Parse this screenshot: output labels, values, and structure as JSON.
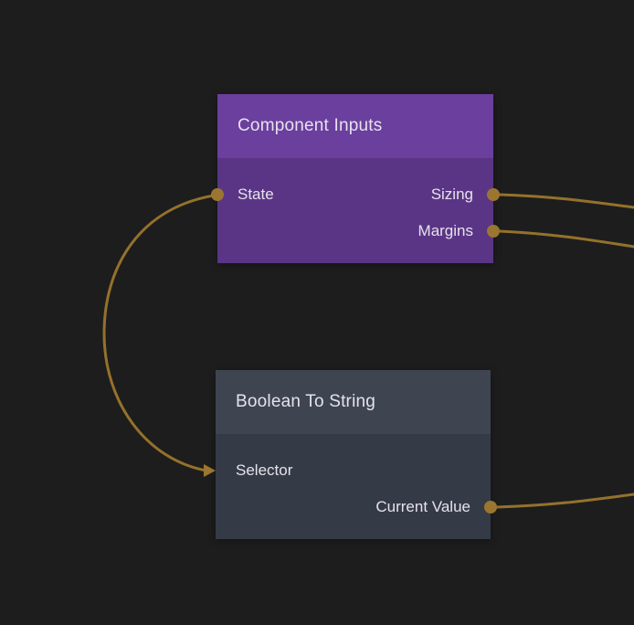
{
  "canvas": {
    "background": "#1d1d1d"
  },
  "colors": {
    "bg": "#1d1d1d",
    "edge": "#94712c",
    "port": "#9a7630",
    "purple-header": "#6b3f9e",
    "purple-body": "#5a3585",
    "slate-header": "#3e4551",
    "slate-body": "#343b46",
    "text": "#e6e2ec"
  },
  "nodes": {
    "component_inputs": {
      "title": "Component Inputs",
      "inputs": [
        {
          "label": "State"
        }
      ],
      "outputs": [
        {
          "label": "Sizing"
        },
        {
          "label": "Margins"
        }
      ]
    },
    "boolean_to_string": {
      "title": "Boolean To String",
      "inputs": [
        {
          "label": "Selector"
        }
      ],
      "outputs": [
        {
          "label": "Current Value"
        }
      ]
    }
  },
  "edges": [
    {
      "name": "state-to-selector",
      "from": "Component Inputs.State",
      "to": "Boolean To String.Selector"
    },
    {
      "name": "sizing-out",
      "from": "Component Inputs.Sizing",
      "to": "offscreen-right"
    },
    {
      "name": "margins-out",
      "from": "Component Inputs.Margins",
      "to": "offscreen-right"
    },
    {
      "name": "current-value-out",
      "from": "Boolean To String.Current Value",
      "to": "offscreen-right"
    }
  ]
}
